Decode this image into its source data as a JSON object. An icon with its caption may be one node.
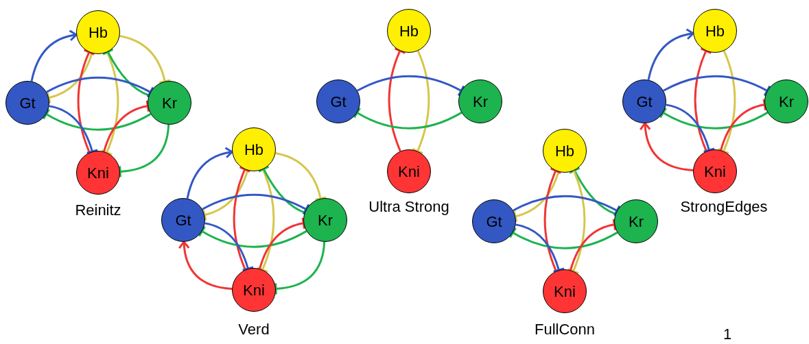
{
  "diagram": {
    "nodes": [
      {
        "text": [
          "Hb"
        ]
      },
      {
        "text": [
          "Gt"
        ]
      },
      {
        "text": [
          "Kr"
        ]
      },
      {
        "text": [
          "Kni"
        ]
      },
      {
        "text": [
          "Hb"
        ]
      },
      {
        "text": [
          "Gt"
        ]
      },
      {
        "text": [
          "Kr"
        ]
      },
      {
        "text": [
          "Kni"
        ]
      },
      {
        "text": [
          "Hb"
        ]
      },
      {
        "text": [
          "Gt"
        ]
      },
      {
        "text": [
          "Kr"
        ]
      },
      {
        "text": [
          "Kni"
        ]
      },
      {
        "text": [
          "Hb"
        ]
      },
      {
        "text": [
          "Gt"
        ]
      },
      {
        "text": [
          "Kr"
        ]
      },
      {
        "text": [
          "Kni"
        ]
      },
      {
        "text": [
          "Hb"
        ]
      },
      {
        "text": [
          "Gt"
        ]
      },
      {
        "text": [
          "Kr"
        ]
      },
      {
        "text": [
          "Kni"
        ]
      }
    ],
    "edges": [
      {
        "from": 1,
        "to": 0,
        "arrow": "to",
        "color": "#3358c4"
      },
      {
        "from": 0,
        "to": 2,
        "arrow": "other",
        "color": "#d6c64c"
      },
      {
        "from": 0,
        "to": 1,
        "arrow": "other",
        "color": "#d6c64c"
      },
      {
        "from": 0,
        "to": 3,
        "arrow": "other",
        "color": "#d6c64c"
      },
      {
        "from": 3,
        "to": 0,
        "arrow": "other",
        "color": "#f03535"
      },
      {
        "from": 2,
        "to": 0,
        "arrow": "other",
        "color": "#1db34f"
      },
      {
        "from": 1,
        "to": 2,
        "arrow": "other",
        "color": "#3358c4"
      },
      {
        "from": 2,
        "to": 1,
        "arrow": "other",
        "color": "#1db34f"
      },
      {
        "from": 1,
        "to": 3,
        "arrow": "other",
        "color": "#3358c4"
      },
      {
        "from": 3,
        "to": 2,
        "arrow": "other",
        "color": "#f03535"
      },
      {
        "from": 2,
        "to": 3,
        "arrow": "other",
        "color": "#1db34f"
      },
      {
        "from": 5,
        "to": 4,
        "arrow": "to",
        "color": "#3358c4"
      },
      {
        "from": 4,
        "to": 6,
        "arrow": "other",
        "color": "#d6c64c"
      },
      {
        "from": 4,
        "to": 5,
        "arrow": "other",
        "color": "#d6c64c"
      },
      {
        "from": 4,
        "to": 7,
        "arrow": "other",
        "color": "#d6c64c"
      },
      {
        "from": 7,
        "to": 4,
        "arrow": "other",
        "color": "#f03535"
      },
      {
        "from": 6,
        "to": 4,
        "arrow": "other",
        "color": "#1db34f"
      },
      {
        "from": 5,
        "to": 6,
        "arrow": "other",
        "color": "#3358c4"
      },
      {
        "from": 6,
        "to": 5,
        "arrow": "other",
        "color": "#1db34f"
      },
      {
        "from": 5,
        "to": 7,
        "arrow": "other",
        "color": "#3358c4"
      },
      {
        "from": 7,
        "to": 6,
        "arrow": "other",
        "color": "#f03535"
      },
      {
        "from": 6,
        "to": 7,
        "arrow": "other",
        "color": "#1db34f"
      },
      {
        "from": 7,
        "to": 5,
        "arrow": "to",
        "color": "#f03535"
      },
      {
        "from": 11,
        "to": 8,
        "arrow": "other",
        "color": "#f03535"
      },
      {
        "from": 8,
        "to": 11,
        "arrow": "other",
        "color": "#d6c64c"
      },
      {
        "from": 9,
        "to": 10,
        "arrow": "other",
        "color": "#3358c4"
      },
      {
        "from": 10,
        "to": 9,
        "arrow": "other",
        "color": "#1db34f"
      },
      {
        "from": 12,
        "to": 13,
        "arrow": "other",
        "color": "#d6c64c"
      },
      {
        "from": 15,
        "to": 12,
        "arrow": "other",
        "color": "#f03535"
      },
      {
        "from": 14,
        "to": 12,
        "arrow": "other",
        "color": "#1db34f"
      },
      {
        "from": 12,
        "to": 15,
        "arrow": "other",
        "color": "#d6c64c"
      },
      {
        "from": 13,
        "to": 14,
        "arrow": "other",
        "color": "#3358c4"
      },
      {
        "from": 14,
        "to": 13,
        "arrow": "other",
        "color": "#1db34f"
      },
      {
        "from": 13,
        "to": 15,
        "arrow": "other",
        "color": "#3358c4"
      },
      {
        "from": 15,
        "to": 14,
        "arrow": "other",
        "color": "#f03535"
      },
      {
        "from": 17,
        "to": 16,
        "arrow": "to",
        "color": "#3358c4"
      },
      {
        "from": 19,
        "to": 16,
        "arrow": "other",
        "color": "#f03535"
      },
      {
        "from": 16,
        "to": 19,
        "arrow": "other",
        "color": "#d6c64c"
      },
      {
        "from": 17,
        "to": 18,
        "arrow": "other",
        "color": "#3358c4"
      },
      {
        "from": 18,
        "to": 17,
        "arrow": "other",
        "color": "#1db34f"
      },
      {
        "from": 17,
        "to": 19,
        "arrow": "other",
        "color": "#3358c4"
      },
      {
        "from": 19,
        "to": 18,
        "arrow": "other",
        "color": "#f03535"
      },
      {
        "from": 19,
        "to": 17,
        "arrow": "to",
        "color": "#f03535"
      }
    ],
    "labels": [
      "Reinitz",
      "Verd",
      "Ultra Strong",
      "FullConn",
      "StrongEdges",
      "1"
    ]
  }
}
